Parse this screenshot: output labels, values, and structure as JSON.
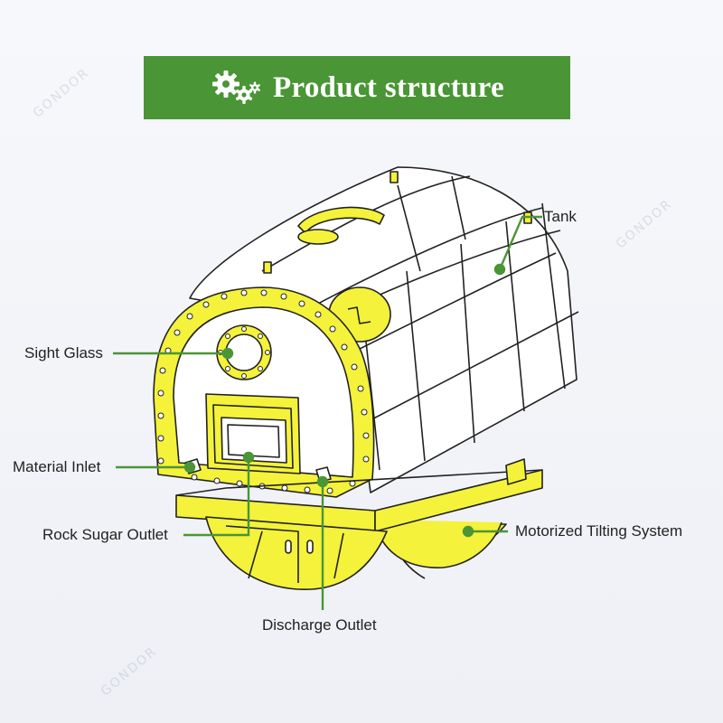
{
  "banner": {
    "title": "Product structure",
    "icon": "gears-icon",
    "bg_color": "#4a9535"
  },
  "watermark": "GONDOR",
  "colors": {
    "leader_line": "#4a9535",
    "highlight": "#f4f23a",
    "outline": "#222222"
  },
  "labels": {
    "tank": "Tank",
    "sight_glass": "Sight Glass",
    "material_inlet": "Material Inlet",
    "rock_sugar_outlet": "Rock Sugar Outlet",
    "motorized_tilting_system": "Motorized Tilting System",
    "discharge_outlet": "Discharge Outlet"
  }
}
